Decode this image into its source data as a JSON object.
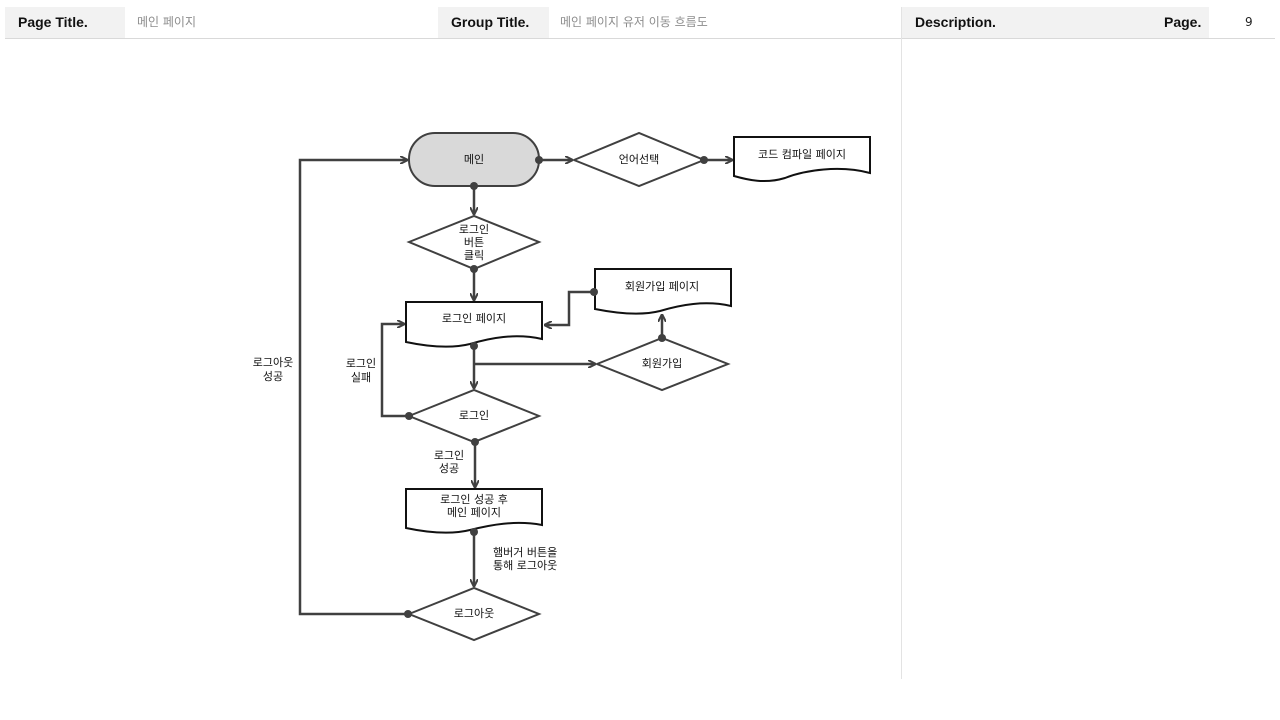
{
  "header": {
    "page_title_label": "Page Title.",
    "page_title_value": "메인 페이지",
    "group_title_label": "Group Title.",
    "group_title_value": "메인 페이지 유저 이동 흐름도",
    "description_label": "Description.",
    "page_label": "Page.",
    "page_number": "9"
  },
  "flow": {
    "nodes": {
      "main": "메인",
      "language": "언어선택",
      "compile_page": "코드 컴파일 페이지",
      "login_button_l1": "로그인",
      "login_button_l2": "버튼",
      "login_button_l3": "클릭",
      "login_page": "로그인 페이지",
      "signup_page": "회원가입 페이지",
      "signup": "회원가입",
      "login": "로그인",
      "after_login_l1": "로그인 성공 후",
      "after_login_l2": "메인 페이지",
      "logout": "로그아웃"
    },
    "labels": {
      "logout_success_l1": "로그아웃",
      "logout_success_l2": "성공",
      "login_fail_l1": "로그인",
      "login_fail_l2": "실패",
      "login_success_l1": "로그인",
      "login_success_l2": "성공",
      "hamburger_l1": "햄버거 버튼을",
      "hamburger_l2": "통해 로그아웃"
    }
  }
}
